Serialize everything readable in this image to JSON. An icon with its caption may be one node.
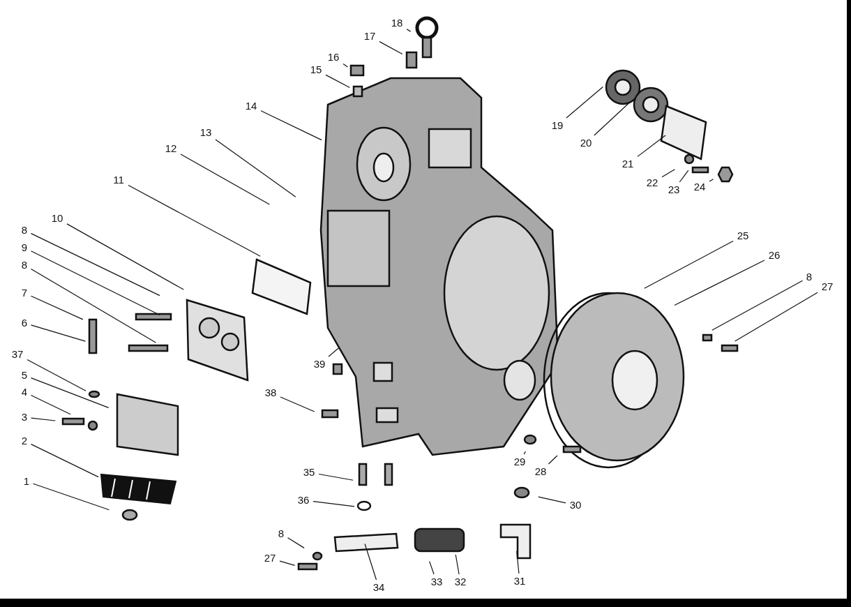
{
  "diagram": {
    "nodes": [
      {
        "text": [
          "18"
        ]
      },
      {
        "text": [
          "17"
        ]
      },
      {
        "text": [
          "16"
        ]
      },
      {
        "text": [
          "15"
        ]
      },
      {
        "text": [
          "14"
        ]
      },
      {
        "text": [
          "19"
        ]
      },
      {
        "text": [
          "13"
        ]
      },
      {
        "text": [
          "20"
        ]
      },
      {
        "text": [
          "12"
        ]
      },
      {
        "text": [
          "21"
        ]
      },
      {
        "text": [
          "11"
        ]
      },
      {
        "text": [
          "22"
        ]
      },
      {
        "text": [
          "23"
        ]
      },
      {
        "text": [
          "24"
        ]
      },
      {
        "text": [
          "10"
        ]
      },
      {
        "text": [
          "8"
        ]
      },
      {
        "text": [
          "25"
        ]
      },
      {
        "text": [
          "9"
        ]
      },
      {
        "text": [
          "26"
        ]
      },
      {
        "text": [
          "8"
        ]
      },
      {
        "text": [
          "8"
        ]
      },
      {
        "text": [
          "27"
        ]
      },
      {
        "text": [
          "7"
        ]
      },
      {
        "text": [
          "6"
        ]
      },
      {
        "text": [
          "37"
        ]
      },
      {
        "text": [
          "39"
        ]
      },
      {
        "text": [
          "5"
        ]
      },
      {
        "text": [
          "4"
        ]
      },
      {
        "text": [
          "38"
        ]
      },
      {
        "text": [
          "3"
        ]
      },
      {
        "text": [
          "2"
        ]
      },
      {
        "text": [
          "29"
        ]
      },
      {
        "text": [
          "28"
        ]
      },
      {
        "text": [
          "35"
        ]
      },
      {
        "text": [
          "1"
        ]
      },
      {
        "text": [
          "36"
        ]
      },
      {
        "text": [
          "30"
        ]
      },
      {
        "text": [
          "8"
        ]
      },
      {
        "text": [
          "27"
        ]
      },
      {
        "text": [
          "33"
        ]
      },
      {
        "text": [
          "32"
        ]
      },
      {
        "text": [
          "31"
        ]
      },
      {
        "text": [
          "34"
        ]
      }
    ],
    "edges": [
      {
        "from": 0,
        "to": null,
        "arrow": "none"
      },
      {
        "from": 1,
        "to": null,
        "arrow": "none"
      },
      {
        "from": 2,
        "to": null,
        "arrow": "none"
      },
      {
        "from": 3,
        "to": null,
        "arrow": "none"
      },
      {
        "from": 4,
        "to": null,
        "arrow": "none"
      },
      {
        "from": 5,
        "to": null,
        "arrow": "none"
      },
      {
        "from": 6,
        "to": null,
        "arrow": "none"
      },
      {
        "from": 7,
        "to": null,
        "arrow": "none"
      },
      {
        "from": 8,
        "to": null,
        "arrow": "none"
      },
      {
        "from": 9,
        "to": null,
        "arrow": "none"
      },
      {
        "from": 10,
        "to": null,
        "arrow": "none"
      },
      {
        "from": 11,
        "to": null,
        "arrow": "none"
      },
      {
        "from": 12,
        "to": null,
        "arrow": "none"
      },
      {
        "from": 13,
        "to": null,
        "arrow": "none"
      },
      {
        "from": 14,
        "to": null,
        "arrow": "none"
      },
      {
        "from": 15,
        "to": null,
        "arrow": "none"
      },
      {
        "from": 16,
        "to": null,
        "arrow": "none"
      },
      {
        "from": 17,
        "to": null,
        "arrow": "none"
      },
      {
        "from": 18,
        "to": null,
        "arrow": "none"
      },
      {
        "from": 19,
        "to": null,
        "arrow": "none"
      },
      {
        "from": 20,
        "to": null,
        "arrow": "none"
      },
      {
        "from": 21,
        "to": null,
        "arrow": "none"
      },
      {
        "from": 22,
        "to": null,
        "arrow": "none"
      },
      {
        "from": 23,
        "to": null,
        "arrow": "none"
      },
      {
        "from": 24,
        "to": null,
        "arrow": "none"
      },
      {
        "from": 25,
        "to": null,
        "arrow": "none"
      },
      {
        "from": 26,
        "to": null,
        "arrow": "none"
      },
      {
        "from": 27,
        "to": null,
        "arrow": "none"
      },
      {
        "from": 28,
        "to": null,
        "arrow": "none"
      },
      {
        "from": 29,
        "to": null,
        "arrow": "none"
      },
      {
        "from": 30,
        "to": null,
        "arrow": "none"
      },
      {
        "from": 31,
        "to": null,
        "arrow": "none"
      },
      {
        "from": 32,
        "to": null,
        "arrow": "none"
      },
      {
        "from": 33,
        "to": null,
        "arrow": "none"
      },
      {
        "from": 34,
        "to": null,
        "arrow": "none"
      },
      {
        "from": 35,
        "to": null,
        "arrow": "none"
      },
      {
        "from": 36,
        "to": null,
        "arrow": "none"
      },
      {
        "from": 37,
        "to": null,
        "arrow": "none"
      },
      {
        "from": 38,
        "to": null,
        "arrow": "none"
      },
      {
        "from": 39,
        "to": null,
        "arrow": "none"
      },
      {
        "from": 40,
        "to": null,
        "arrow": "none"
      },
      {
        "from": 41,
        "to": null,
        "arrow": "none"
      },
      {
        "from": 42,
        "to": null,
        "arrow": "none"
      }
    ]
  }
}
